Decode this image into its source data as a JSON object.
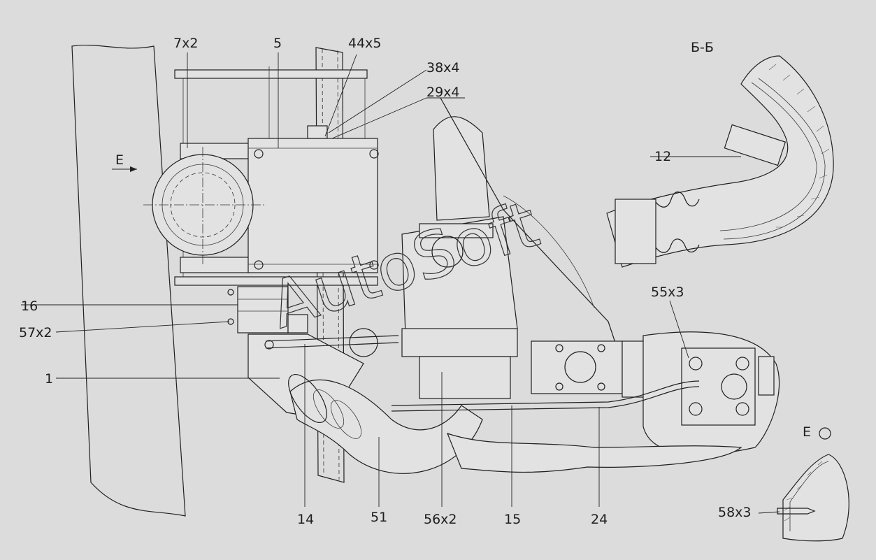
{
  "watermark": "AutoSoft",
  "section_label": "Б-Б",
  "view_label_side": "E",
  "view_label_detail": "E",
  "callouts": {
    "c7x2": "7x2",
    "c5": "5",
    "c44x5": "44x5",
    "c38x4": "38x4",
    "c29x4": "29x4",
    "c12": "12",
    "c16": "16",
    "c57x2": "57x2",
    "c1": "1",
    "c55x3": "55x3",
    "c14": "14",
    "c51": "51",
    "c56x2": "56x2",
    "c15": "15",
    "c24": "24",
    "c58x3": "58x3"
  }
}
